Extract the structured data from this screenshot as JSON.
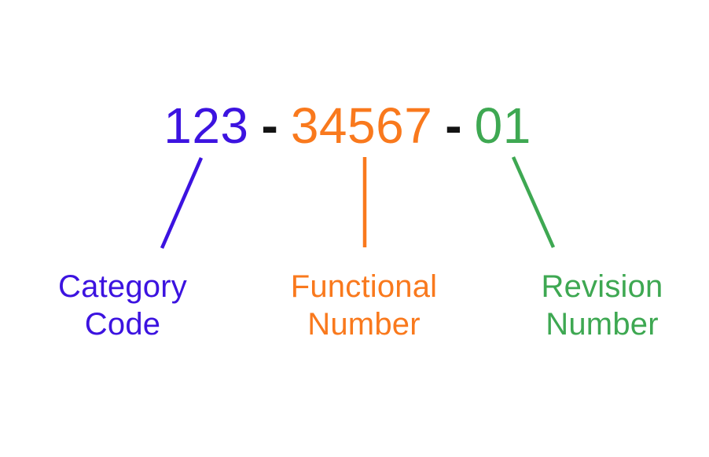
{
  "background": "#ffffff",
  "colors": {
    "category": "#3C13E0",
    "functional": "#F9791D",
    "revision": "#3EA852",
    "separator": "#131313"
  },
  "part_number": {
    "category_code": "123",
    "separator_1": "-",
    "functional_number": "34567",
    "separator_2": "-",
    "revision_number": "01"
  },
  "labels": {
    "category": {
      "line1": "Category",
      "line2": "Code"
    },
    "functional": {
      "line1": "Functional",
      "line2": "Number"
    },
    "revision": {
      "line1": "Revision",
      "line2": "Number"
    }
  }
}
